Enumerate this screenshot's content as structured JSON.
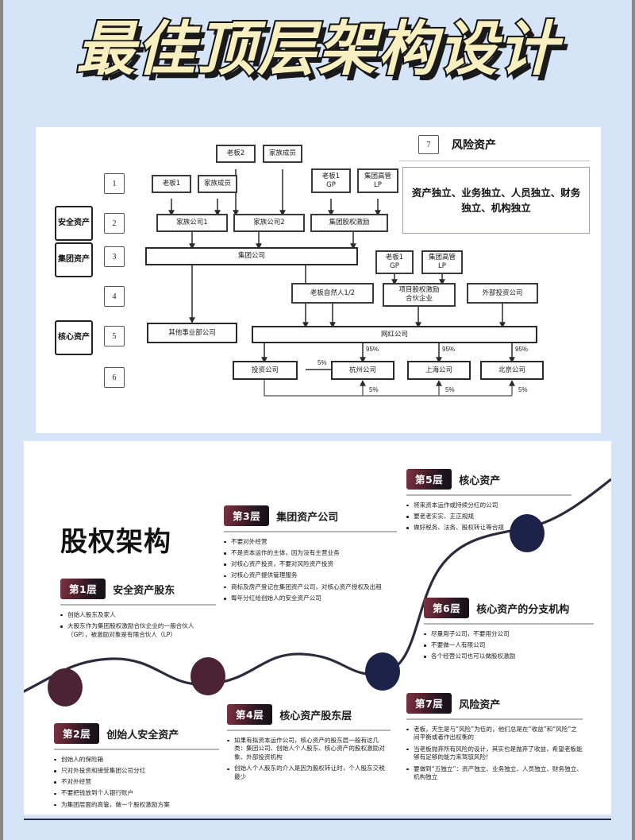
{
  "page": {
    "title": "最佳顶层架构设计",
    "background_color": "#d5e4f7",
    "title_fill": "#f7efc0",
    "title_outline": "#111111"
  },
  "diagram": {
    "row_numbers": [
      "1",
      "2",
      "3",
      "4",
      "5",
      "6"
    ],
    "side_labels": [
      {
        "text": "安全资产",
        "row": "2"
      },
      {
        "text": "集团资产",
        "row": "3"
      },
      {
        "text": "核心资产",
        "row": "5"
      }
    ],
    "risk_panel": {
      "number": "7",
      "title": "风险资产",
      "body": "资产独立、业务独立、人员独立、财务独立、机构独立"
    },
    "nodes": {
      "boss2": "老板2",
      "family_member_top": "家族成员",
      "boss1": "老板1",
      "family_member": "家族成员",
      "boss1_gp": "老板1\nGP",
      "group_exec_lp": "集团高管\nLP",
      "family_co1": "家族公司1",
      "family_co2": "家族公司2",
      "group_equity_incentive": "集团股权激励",
      "group_company": "集团公司",
      "boss_natural_person": "老板自然人1/2",
      "boss1_gp_2": "老板1\nGP",
      "group_exec_lp_2": "集团高管\nLP",
      "project_equity_partnership": "项目股权激励\n合伙企业",
      "external_investment_co": "外部投资公司",
      "other_division_co": "其他事业部公司",
      "influencer_co": "网红公司",
      "investment_co": "投资公司",
      "hangzhou_co": "杭州公司",
      "shanghai_co": "上海公司",
      "beijing_co": "北京公司"
    },
    "percentages": {
      "hangzhou_95": "95%",
      "shanghai_95": "95%",
      "beijing_95": "95%",
      "invest_to_hangzhou_5": "5%",
      "invest_bottom_5": "5%",
      "shanghai_5": "5%",
      "beijing_5": "5%"
    }
  },
  "equity": {
    "heading": "股权架构",
    "layers": [
      {
        "badge": "第1层",
        "title": "安全资产股东",
        "bullets": [
          "创始人股东及家人",
          "大股东作为集团股权激励合伙企业的一般合伙人（GP），被激励对象是有限合伙人（LP）"
        ]
      },
      {
        "badge": "第2层",
        "title": "创始人安全资产",
        "bullets": [
          "创始人的保险箱",
          "只对外投资和接受集团公司分红",
          "不对外经营",
          "不要把钱放到个人银行账户",
          "为集团层面的高管，做一个股权激励方案"
        ]
      },
      {
        "badge": "第3层",
        "title": "集团资产公司",
        "bullets": [
          "不要对外经营",
          "不是资本运作的主体，因为没有主营业务",
          "对核心资产投资，不要对风险资产投资",
          "对核心资产提供管理服务",
          "商标及房产登记在集团资产公司，对核心资产授权及出租",
          "每年分红给创始人的安全资产公司"
        ]
      },
      {
        "badge": "第4层",
        "title": "核心资产股东层",
        "bullets": [
          "如果有拟资本运作公司，核心资产的股东层一般有这几类：集团公司、创始人个人股东、核心资产的股权激励对象、外部投资机构",
          "创始人个人股东的介入是因为股权转让时，个人股东交税最少"
        ]
      },
      {
        "badge": "第5层",
        "title": "核心资产",
        "bullets": [
          "将来资本运作或持续分红的公司",
          "要老老实实、正正规规",
          "做好税务、法务、股权转让等合规"
        ]
      },
      {
        "badge": "第6层",
        "title": "核心资产的分支机构",
        "bullets": [
          "尽量用子公司，不要用分公司",
          "不要做一人有限公司",
          "各个经营公司也可以做股权激励"
        ]
      },
      {
        "badge": "第7层",
        "title": "风险资产",
        "bullets": [
          "老板，天生是与“风险”为伍的，他们总是在“收益”和“风险”之间平衡或者作出权衡的",
          "当老板抛弃所有风险的设计，其实也是抛弃了收益，希望老板能够有足够的能力来驾驭风险!",
          "要做到“五独立”：资产独立、业务独立、人员独立、财务独立、机构独立"
        ]
      }
    ],
    "circle_colors": {
      "maroon": "#4c2333",
      "navy": "#1c2248"
    }
  }
}
